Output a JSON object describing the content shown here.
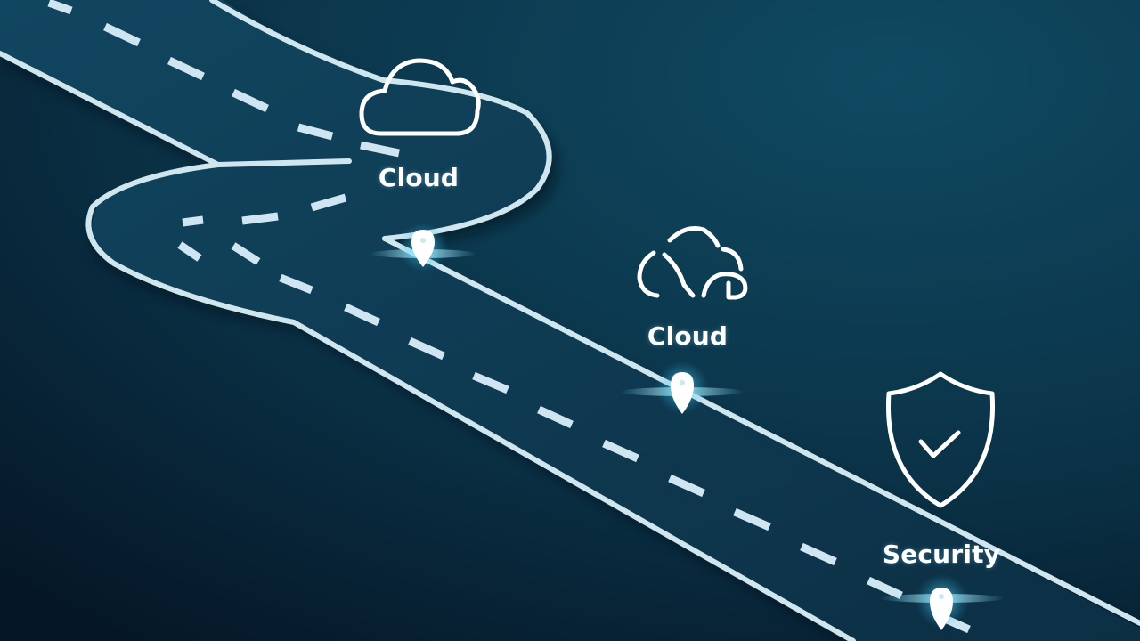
{
  "scene": {
    "description": "Winding road roadmap illustration with milestone pins",
    "colors": {
      "background_top": "#0f4a62",
      "background_bottom": "#06192a",
      "road_surface": "#0f3a50",
      "road_edge": "#cfe6ef",
      "dash": "#cfe6f2",
      "icon_stroke": "#ffffff",
      "pin_glow": "#7fe3ff"
    }
  },
  "milestones": [
    {
      "icon": "cloud-icon",
      "label": "Cloud"
    },
    {
      "icon": "cloud-split-icon",
      "label": "Cloud"
    },
    {
      "icon": "shield-check-icon",
      "label": "Security"
    }
  ]
}
